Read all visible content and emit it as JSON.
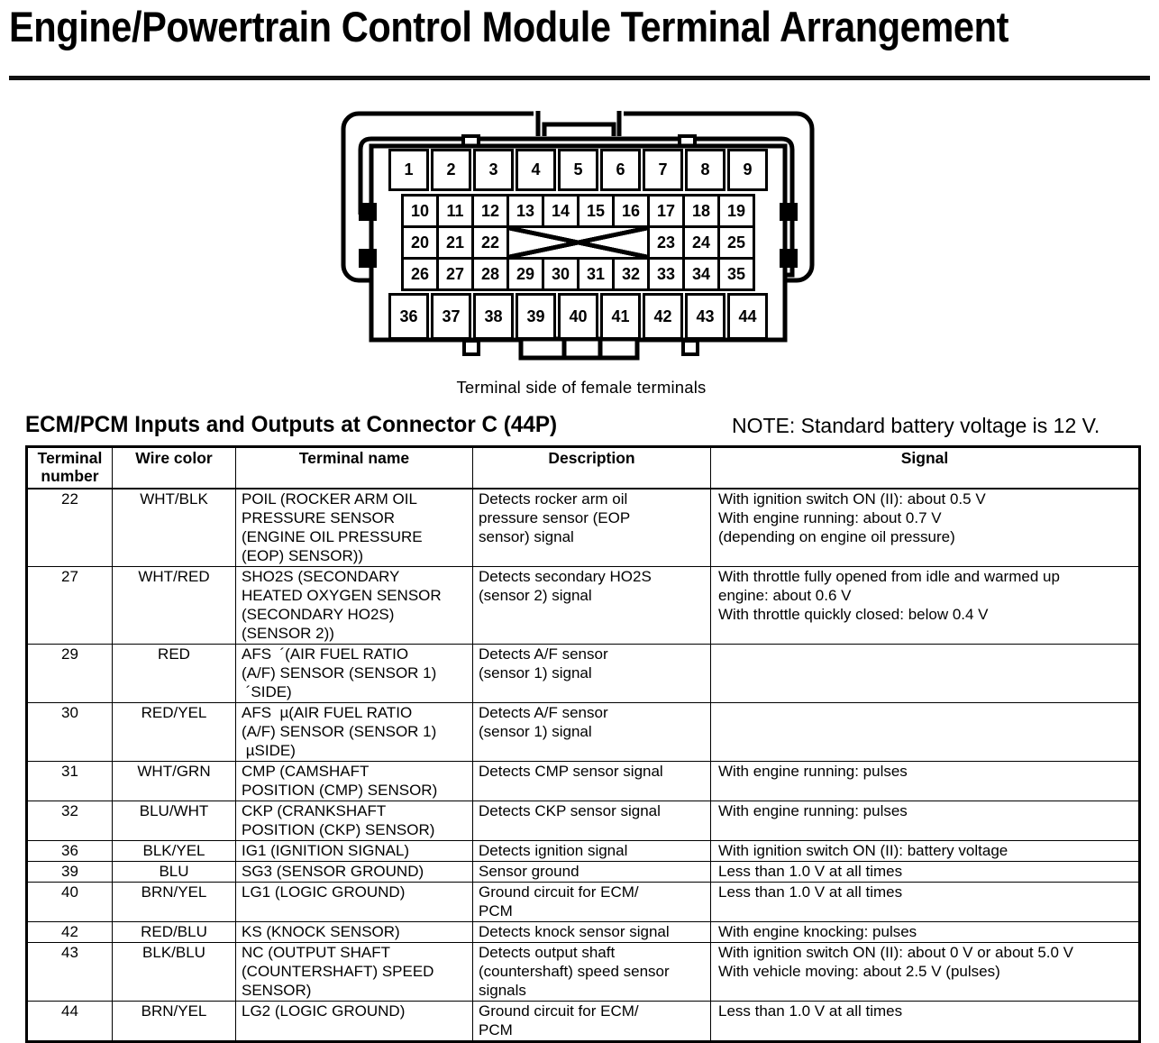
{
  "page": {
    "title": "Engine/Powertrain Control Module Terminal Arrangement",
    "connector_caption": "Terminal side of female terminals"
  },
  "section": {
    "heading": "ECM/PCM Inputs and Outputs at Connector C (44P)",
    "note": "NOTE: Standard battery voltage is 12 V."
  },
  "connector": {
    "rows": [
      {
        "type": "large",
        "cells": [
          "1",
          "2",
          "3",
          "4",
          "5",
          "6",
          "7",
          "8",
          "9"
        ]
      },
      {
        "type": "small",
        "cells": [
          "10",
          "11",
          "12",
          "13",
          "14",
          "15",
          "16",
          "17",
          "18",
          "19"
        ]
      },
      {
        "type": "split",
        "left": [
          "20",
          "21",
          "22"
        ],
        "right": [
          "23",
          "24",
          "25"
        ]
      },
      {
        "type": "small",
        "cells": [
          "26",
          "27",
          "28",
          "29",
          "30",
          "31",
          "32",
          "33",
          "34",
          "35"
        ]
      },
      {
        "type": "large",
        "cells": [
          "36",
          "37",
          "38",
          "39",
          "40",
          "41",
          "42",
          "43",
          "44"
        ]
      }
    ]
  },
  "table": {
    "headers": [
      "Terminal\nnumber",
      "Wire color",
      "Terminal name",
      "Description",
      "Signal"
    ],
    "rows": [
      {
        "terminal": "22",
        "wire_color": "WHT/BLK",
        "name": "POIL (ROCKER ARM OIL\nPRESSURE SENSOR\n(ENGINE OIL PRESSURE\n(EOP) SENSOR))",
        "description": "Detects rocker arm oil\npressure sensor (EOP\nsensor) signal",
        "signal": "With ignition switch ON (II): about 0.5 V\nWith engine running: about 0.7 V\n(depending on engine oil pressure)"
      },
      {
        "terminal": "27",
        "wire_color": "WHT/RED",
        "name": "SHO2S (SECONDARY\nHEATED OXYGEN SENSOR\n(SECONDARY HO2S)\n(SENSOR 2))",
        "description": "Detects secondary HO2S\n(sensor 2) signal",
        "signal": "With throttle fully opened from idle and warmed up\nengine: about 0.6 V\nWith throttle quickly closed: below 0.4 V"
      },
      {
        "terminal": "29",
        "wire_color": "RED",
        "name": "AFS  ´(AIR FUEL RATIO\n(A/F) SENSOR (SENSOR 1)\n ´SIDE)",
        "description": "Detects A/F sensor\n(sensor 1) signal",
        "signal": ""
      },
      {
        "terminal": "30",
        "wire_color": "RED/YEL",
        "name": "AFS  µ(AIR FUEL RATIO\n(A/F) SENSOR (SENSOR 1)\n µSIDE)",
        "description": "Detects A/F sensor\n(sensor 1) signal",
        "signal": ""
      },
      {
        "terminal": "31",
        "wire_color": "WHT/GRN",
        "name": "CMP (CAMSHAFT\nPOSITION (CMP) SENSOR)",
        "description": "Detects CMP sensor signal",
        "signal": "With engine running: pulses"
      },
      {
        "terminal": "32",
        "wire_color": "BLU/WHT",
        "name": "CKP (CRANKSHAFT\nPOSITION (CKP) SENSOR)",
        "description": "Detects CKP sensor signal",
        "signal": "With engine running: pulses"
      },
      {
        "terminal": "36",
        "wire_color": "BLK/YEL",
        "name": "IG1 (IGNITION SIGNAL)",
        "description": "Detects ignition signal",
        "signal": "With ignition switch ON (II): battery voltage"
      },
      {
        "terminal": "39",
        "wire_color": "BLU",
        "name": "SG3 (SENSOR GROUND)",
        "description": "Sensor ground",
        "signal": "Less than 1.0 V at all times"
      },
      {
        "terminal": "40",
        "wire_color": "BRN/YEL",
        "name": "LG1 (LOGIC GROUND)",
        "description": "Ground circuit for ECM/\nPCM",
        "signal": "Less than 1.0 V at all times"
      },
      {
        "terminal": "42",
        "wire_color": "RED/BLU",
        "name": "KS (KNOCK SENSOR)",
        "description": "Detects knock sensor signal",
        "signal": "With engine knocking: pulses"
      },
      {
        "terminal": "43",
        "wire_color": "BLK/BLU",
        "name": "NC (OUTPUT SHAFT\n(COUNTERSHAFT) SPEED\nSENSOR)",
        "description": "Detects output shaft\n(countershaft) speed sensor\nsignals",
        "signal": "With ignition switch ON (II): about 0 V or about 5.0 V\nWith vehicle moving: about 2.5 V (pulses)"
      },
      {
        "terminal": "44",
        "wire_color": "BRN/YEL",
        "name": "LG2 (LOGIC GROUND)",
        "description": "Ground circuit for ECM/\nPCM",
        "signal": "Less than 1.0 V at all times"
      }
    ]
  },
  "colors": {
    "ink": "#000000",
    "paper": "#ffffff"
  }
}
